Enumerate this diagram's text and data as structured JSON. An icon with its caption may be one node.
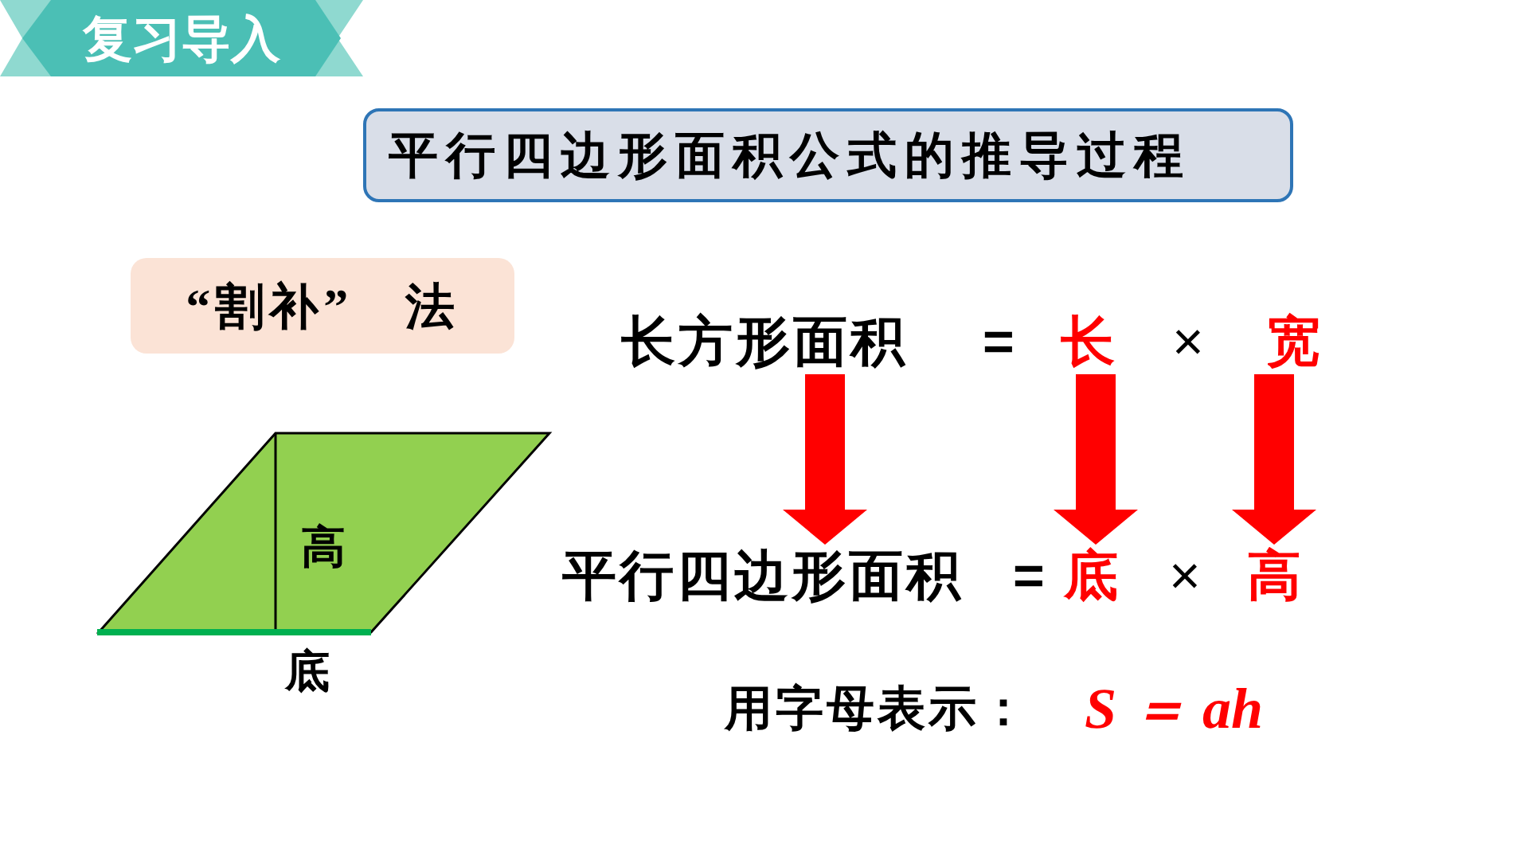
{
  "diagram": {
    "nodes": [
      {
        "text": [
          "复习导入"
        ]
      },
      {
        "text": [
          "平行四边形面积公式的推导过程"
        ]
      },
      {
        "text": [
          "“割补” 法"
        ]
      },
      {
        "text": [
          "长方形面积"
        ]
      },
      {
        "text": [
          "长"
        ]
      },
      {
        "text": [
          "宽"
        ]
      },
      {
        "text": [
          "高"
        ],
        "beside": [
          "底"
        ]
      },
      {
        "text": [
          "平行四边形面积"
        ]
      },
      {
        "text": [
          "底"
        ]
      },
      {
        "text": [
          "高"
        ]
      }
    ],
    "edges": [
      {
        "from": 3,
        "to": 7,
        "arrow": "to"
      },
      {
        "from": 4,
        "to": 8,
        "arrow": "to"
      },
      {
        "from": 5,
        "to": 9,
        "arrow": "to"
      }
    ],
    "labels": [
      "=",
      "×",
      "=",
      "×",
      "用字母表示：",
      "S ＝ ah"
    ]
  }
}
